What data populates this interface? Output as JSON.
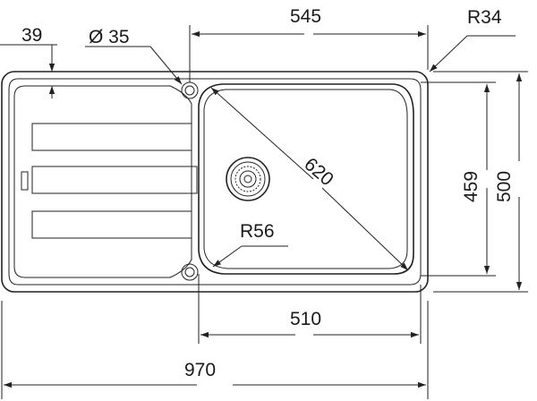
{
  "drawing": {
    "description_labels": {
      "drainboard_offset": "39",
      "tap_hole": "Ø 35",
      "bowl_width": "545",
      "corner_radius": "R34",
      "diagonal": "620",
      "bowl_depth": "459",
      "overall_depth": "500",
      "inner_radius": "R56",
      "bowl_inner_width": "510",
      "overall_width": "970"
    }
  }
}
